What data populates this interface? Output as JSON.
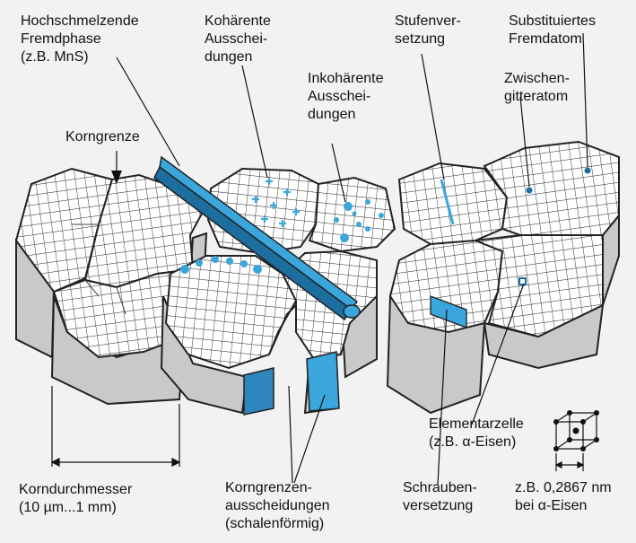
{
  "labels": {
    "hochschmelzende_fremdphase": "Hochschmelzende\nFremdphase\n(z.B. MnS)",
    "koharente_ausscheidungen": "Kohärente\nAusschei-\ndungen",
    "stufenversetzung": "Stufenver-\nsetzung",
    "substituiertes_fremdatom": "Substituiertes\nFremdatom",
    "inkoharente_ausscheidungen": "Inkohärente\nAusschei-\ndungen",
    "zwischengitteratom": "Zwischen-\ngitteratom",
    "korngrenze": "Korngrenze",
    "elementarzelle": "Elementarzelle\n(z.B. α-Eisen)",
    "korndurchmesser": "Korndurchmesser\n(10 µm...1 mm)",
    "korngrenzenausscheidungen": "Korngrenzen-\nausscheidungen\n(schalenförmig)",
    "schraubenversetzung": "Schrauben-\nversetzung",
    "gitterkonstante": "z.B. 0,2867 nm\nbei α-Eisen"
  },
  "colors": {
    "precipitate": "#3aa6dc",
    "precipitate_dark": "#1b6e9e",
    "grain_side": "#c9c9c9",
    "grain_top": "#ffffff",
    "background": "#f2f2f2"
  }
}
